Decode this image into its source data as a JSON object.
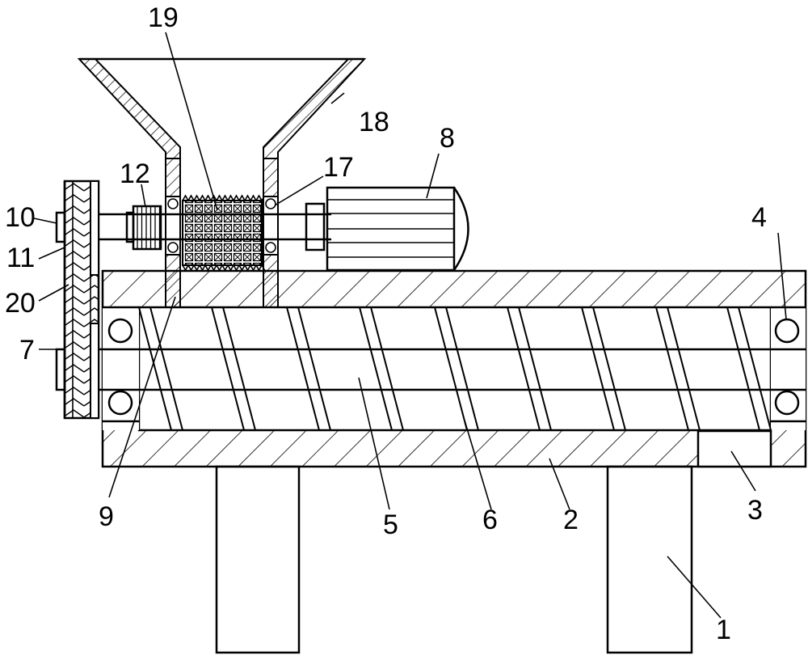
{
  "labels": [
    {
      "id": "1",
      "text": "1"
    },
    {
      "id": "2",
      "text": "2"
    },
    {
      "id": "3",
      "text": "3"
    },
    {
      "id": "4",
      "text": "4"
    },
    {
      "id": "5",
      "text": "5"
    },
    {
      "id": "6",
      "text": "6"
    },
    {
      "id": "7",
      "text": "7"
    },
    {
      "id": "8",
      "text": "8"
    },
    {
      "id": "9",
      "text": "9"
    },
    {
      "id": "10",
      "text": "10"
    },
    {
      "id": "11",
      "text": "11"
    },
    {
      "id": "12",
      "text": "12"
    },
    {
      "id": "17",
      "text": "17"
    },
    {
      "id": "18",
      "text": "18"
    },
    {
      "id": "19",
      "text": "19"
    },
    {
      "id": "20",
      "text": "20"
    }
  ]
}
